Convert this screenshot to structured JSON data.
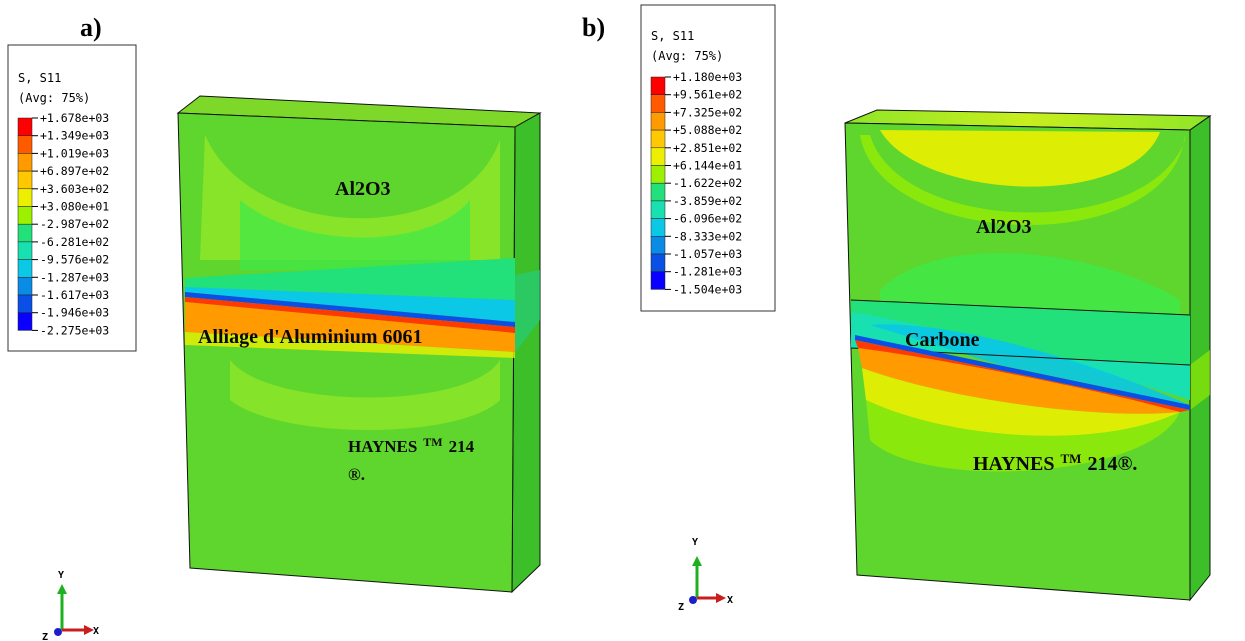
{
  "panels": [
    {
      "label": "a)",
      "legend": {
        "title_line1": "S, S11",
        "title_line2": "(Avg: 75%)",
        "values": [
          "+1.678e+03",
          "+1.349e+03",
          "+1.019e+03",
          "+6.897e+02",
          "+3.603e+02",
          "+3.080e+01",
          "-2.987e+02",
          "-6.281e+02",
          "-9.576e+02",
          "-1.287e+03",
          "-1.617e+03",
          "-1.946e+03",
          "-2.275e+03"
        ]
      },
      "materials": {
        "top": "Al2O3",
        "middle": "Alliage d'Aluminium 6061",
        "bottom_line1": "HAYNES",
        "bottom_tm": "TM",
        "bottom_num": "214",
        "bottom_line2": "®."
      },
      "triad": {
        "y": "Y",
        "x": "X",
        "z": "Z"
      }
    },
    {
      "label": "b)",
      "legend": {
        "title_line1": "S, S11",
        "title_line2": "(Avg: 75%)",
        "values": [
          "+1.180e+03",
          "+9.561e+02",
          "+7.325e+02",
          "+5.088e+02",
          "+2.851e+02",
          "+6.144e+01",
          "-1.622e+02",
          "-3.859e+02",
          "-6.096e+02",
          "-8.333e+02",
          "-1.057e+03",
          "-1.281e+03",
          "-1.504e+03"
        ]
      },
      "materials": {
        "top": "Al2O3",
        "middle": "Carbone",
        "bottom_line1": "HAYNES",
        "bottom_tm": "TM",
        "bottom_num": "214®."
      },
      "triad": {
        "y": "Y",
        "x": "X",
        "z": "Z"
      }
    }
  ],
  "colors": {
    "contour_scale": [
      "#ff0000",
      "#ff5a00",
      "#ff9a00",
      "#ffc800",
      "#ecf000",
      "#9df000",
      "#3ee84a",
      "#22e07a",
      "#19e0b0",
      "#0ac8e6",
      "#0a8ce6",
      "#0a50e6",
      "#0a00ff"
    ],
    "axis_y": "#1fb01f",
    "axis_x": "#c81e1e",
    "axis_z": "#1e1ec8"
  }
}
